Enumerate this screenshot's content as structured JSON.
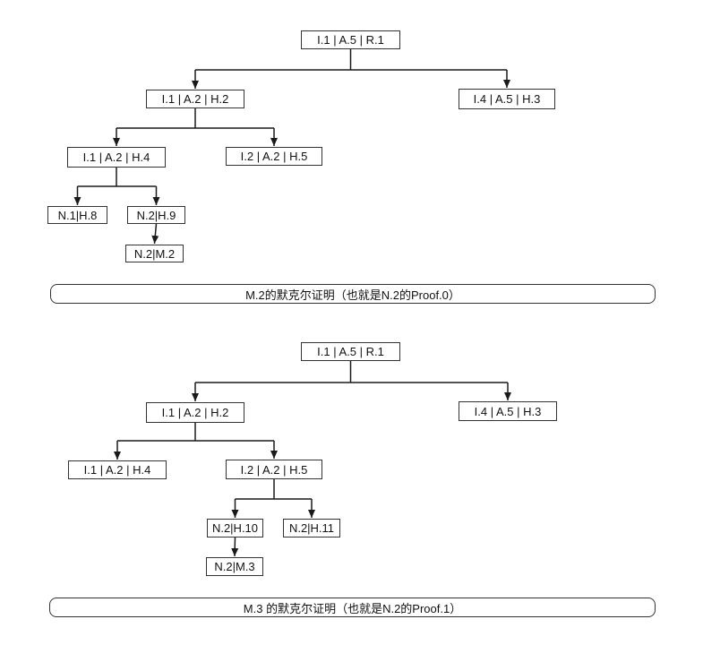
{
  "page": {
    "background": "#ffffff"
  },
  "colors": {
    "line": "#1a1a1a",
    "box_border": "#333333",
    "box_fill": "#ffffff",
    "text": "#111111"
  },
  "diagrams": [
    {
      "name": "merkle-proof-0",
      "caption": "M.2的默克尔证明（也就是N.2的Proof.0）",
      "nodes": [
        {
          "id": "r",
          "label": "I.1 | A.5 | R.1"
        },
        {
          "id": "h2",
          "label": "I.1 | A.2 | H.2"
        },
        {
          "id": "h3",
          "label": "I.4 | A.5 | H.3"
        },
        {
          "id": "h4",
          "label": "I.1 | A.2 | H.4"
        },
        {
          "id": "h5",
          "label": "I.2 | A.2 | H.5"
        },
        {
          "id": "h8",
          "label": "N.1|H.8"
        },
        {
          "id": "h9",
          "label": "N.2|H.9"
        },
        {
          "id": "m2",
          "label": "N.2|M.2"
        }
      ],
      "edges": [
        [
          "r",
          "h2"
        ],
        [
          "r",
          "h3"
        ],
        [
          "h2",
          "h4"
        ],
        [
          "h2",
          "h5"
        ],
        [
          "h4",
          "h8"
        ],
        [
          "h4",
          "h9"
        ],
        [
          "h9",
          "m2"
        ]
      ]
    },
    {
      "name": "merkle-proof-1",
      "caption": "M.3 的默克尔证明（也就是N.2的Proof.1）",
      "nodes": [
        {
          "id": "r",
          "label": "I.1 | A.5 | R.1"
        },
        {
          "id": "h2",
          "label": "I.1 | A.2 | H.2"
        },
        {
          "id": "h3",
          "label": "I.4 | A.5 | H.3"
        },
        {
          "id": "h4",
          "label": "I.1 | A.2 | H.4"
        },
        {
          "id": "h5",
          "label": "I.2 | A.2 | H.5"
        },
        {
          "id": "h10",
          "label": "N.2|H.10"
        },
        {
          "id": "h11",
          "label": "N.2|H.11"
        },
        {
          "id": "m3",
          "label": "N.2|M.3"
        }
      ],
      "edges": [
        [
          "r",
          "h2"
        ],
        [
          "r",
          "h3"
        ],
        [
          "h2",
          "h4"
        ],
        [
          "h2",
          "h5"
        ],
        [
          "h5",
          "h10"
        ],
        [
          "h5",
          "h11"
        ],
        [
          "h10",
          "m3"
        ]
      ]
    }
  ]
}
